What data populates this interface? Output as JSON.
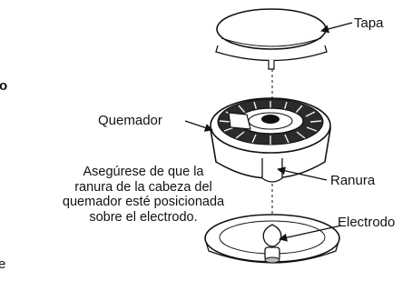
{
  "labels": {
    "lid": "Tapa",
    "burner": "Quemador",
    "slot": "Ranura",
    "electrode": "Electrodo"
  },
  "note_lines": [
    "Asegúrese de que la",
    "ranura de la cabeza del",
    "quemador esté posicionada",
    "sobre el electrodo."
  ],
  "edge_fragments": {
    "top_left": "o",
    "bottom_left": "e"
  }
}
